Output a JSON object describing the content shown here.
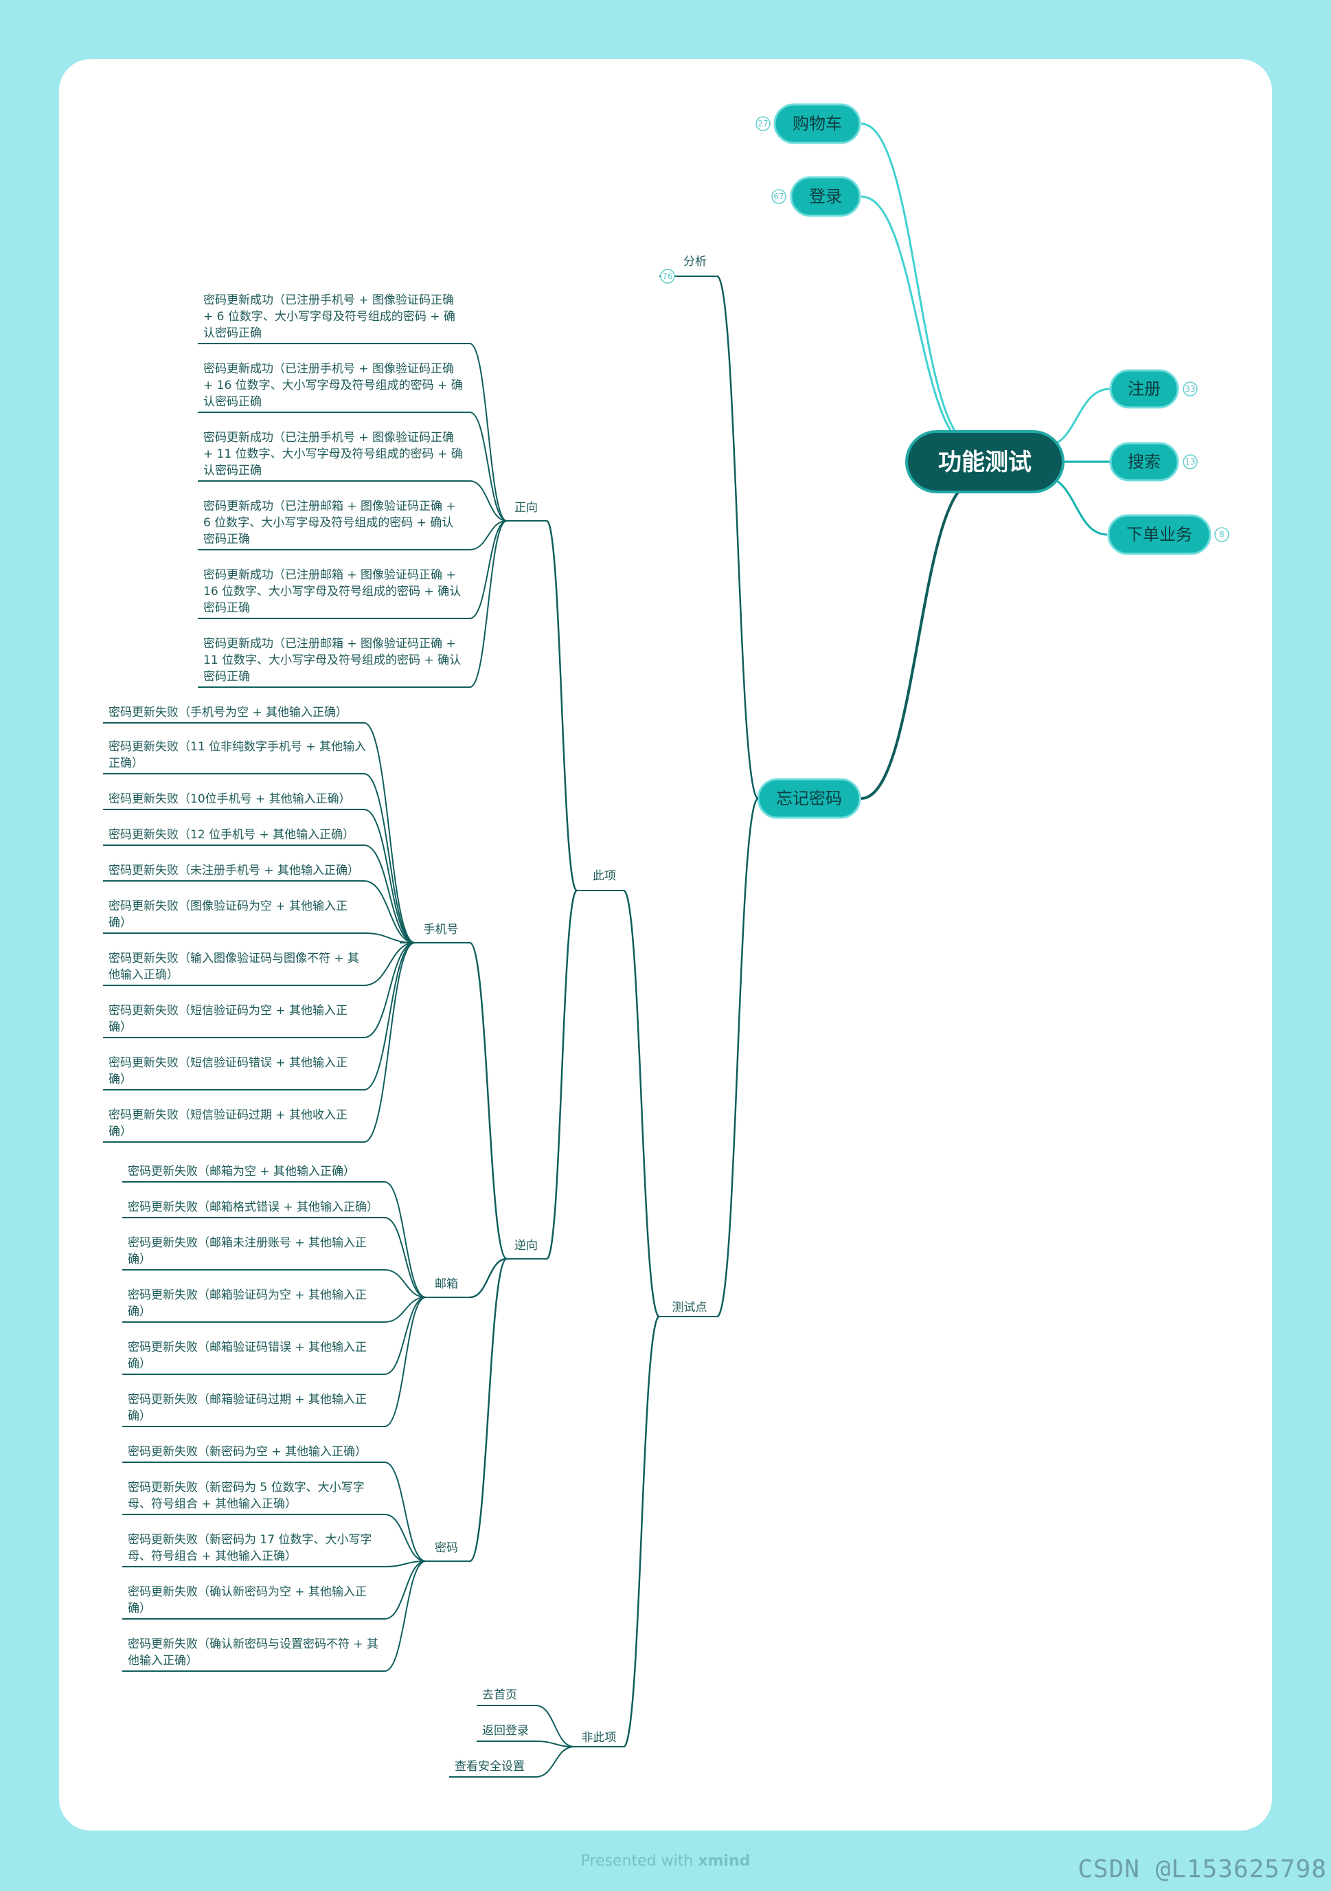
{
  "root": "功能测试",
  "left_branches": [
    {
      "id": "cart",
      "label": "购物车",
      "badge": "27"
    },
    {
      "id": "login",
      "label": "登录",
      "badge": "67"
    },
    {
      "id": "forgot",
      "label": "忘记密码"
    }
  ],
  "right_branches": [
    {
      "label": "注册",
      "badge": "33"
    },
    {
      "label": "搜索",
      "badge": "13"
    },
    {
      "label": "下单业务",
      "badge": "8"
    }
  ],
  "forgot": {
    "analysis": {
      "label": "分析",
      "badge": "76"
    },
    "test_points": {
      "label": "测试点",
      "this_item": {
        "label": "此项",
        "positive": {
          "label": "正向",
          "items": [
            [
              "密码更新成功（已注册手机号 + 图像验证码正确",
              "+ 6 位数字、大小写字母及符号组成的密码 + 确",
              "认密码正确"
            ],
            [
              "密码更新成功（已注册手机号 + 图像验证码正确",
              "+ 16 位数字、大小写字母及符号组成的密码 + 确",
              "认密码正确"
            ],
            [
              "密码更新成功（已注册手机号 + 图像验证码正确",
              "+ 11 位数字、大小写字母及符号组成的密码 + 确",
              "认密码正确"
            ],
            [
              "密码更新成功（已注册邮箱 + 图像验证码正确 +",
              "6 位数字、大小写字母及符号组成的密码 + 确认",
              "密码正确"
            ],
            [
              "密码更新成功（已注册邮箱 + 图像验证码正确 +",
              "16 位数字、大小写字母及符号组成的密码 + 确认",
              "密码正确"
            ],
            [
              "密码更新成功（已注册邮箱 + 图像验证码正确 +",
              "11 位数字、大小写字母及符号组成的密码 + 确认",
              "密码正确"
            ]
          ]
        },
        "negative": {
          "label": "逆向",
          "phone": {
            "label": "手机号",
            "items": [
              [
                "密码更新失败（手机号为空 + 其他输入正确）"
              ],
              [
                "密码更新失败（11 位非纯数字手机号 + 其他输入",
                "正确）"
              ],
              [
                "密码更新失败（10位手机号 + 其他输入正确）"
              ],
              [
                "密码更新失败（12 位手机号 + 其他输入正确）"
              ],
              [
                "密码更新失败（未注册手机号 + 其他输入正确）"
              ],
              [
                "密码更新失败（图像验证码为空 + 其他输入正",
                "确）"
              ],
              [
                "密码更新失败（输入图像验证码与图像不符 + 其",
                "他输入正确）"
              ],
              [
                "密码更新失败（短信验证码为空 + 其他输入正",
                "确）"
              ],
              [
                "密码更新失败（短信验证码错误 + 其他输入正",
                "确）"
              ],
              [
                "密码更新失败（短信验证码过期 + 其他收入正",
                "确）"
              ]
            ]
          },
          "email": {
            "label": "邮箱",
            "items": [
              [
                "密码更新失败（邮箱为空 + 其他输入正确）"
              ],
              [
                "密码更新失败（邮箱格式错误 + 其他输入正确）"
              ],
              [
                "密码更新失败（邮箱未注册账号 + 其他输入正",
                "确）"
              ],
              [
                "密码更新失败（邮箱验证码为空 + 其他输入正",
                "确）"
              ],
              [
                "密码更新失败（邮箱验证码错误 + 其他输入正",
                "确）"
              ],
              [
                "密码更新失败（邮箱验证码过期 + 其他输入正",
                "确）"
              ]
            ]
          },
          "password": {
            "label": "密码",
            "items": [
              [
                "密码更新失败（新密码为空 + 其他输入正确）"
              ],
              [
                "密码更新失败（新密码为 5 位数字、大小写字",
                "母、符号组合 + 其他输入正确）"
              ],
              [
                "密码更新失败（新密码为 17 位数字、大小写字",
                "母、符号组合 + 其他输入正确）"
              ],
              [
                "密码更新失败（确认新密码为空 + 其他输入正",
                "确）"
              ],
              [
                "密码更新失败（确认新密码与设置密码不符 + 其",
                "他输入正确）"
              ]
            ]
          }
        }
      },
      "non_item": {
        "label": "非此项",
        "items": [
          "去首页",
          "返回登录",
          "查看安全设置"
        ]
      }
    }
  },
  "footer": {
    "presented": "Presented with",
    "brand": "xmind"
  },
  "watermark": "CSDN @L153625798"
}
